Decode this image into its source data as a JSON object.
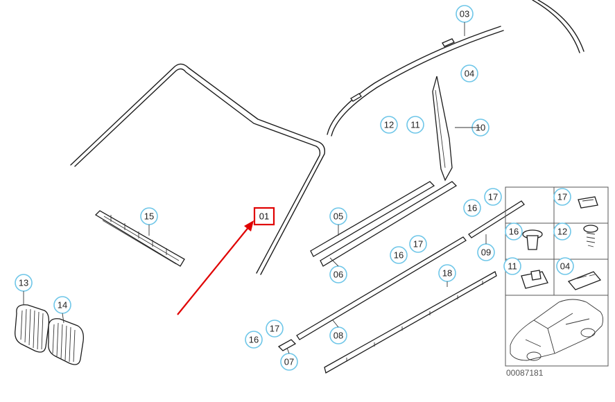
{
  "callouts": {
    "c01": "01",
    "c03": "03",
    "c04": "04",
    "c05": "05",
    "c06": "06",
    "c07": "07",
    "c08": "08",
    "c09": "09",
    "c10": "10",
    "c11": "11",
    "c12": "12",
    "c13": "13",
    "c14": "14",
    "c15": "15",
    "c16a": "16",
    "c16b": "16",
    "c16c": "16",
    "c17a": "17",
    "c17b": "17",
    "c17c": "17",
    "c18": "18"
  },
  "legend": {
    "l17": "17",
    "l16": "16",
    "l12": "12",
    "l11": "11",
    "l04": "04"
  },
  "document_number": "00087181",
  "colors": {
    "highlight": "#e00000",
    "callout_ring": "#6ec6e8",
    "line": "#1a1a1a"
  }
}
